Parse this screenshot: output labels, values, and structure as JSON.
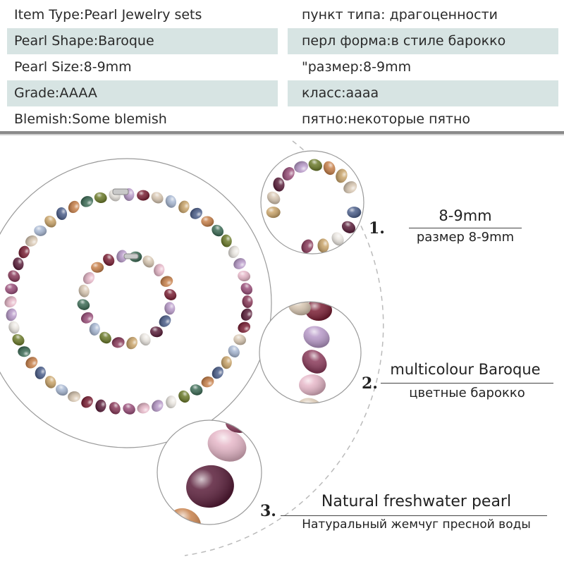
{
  "spec_table": {
    "rows": [
      {
        "en": "Item Type:Pearl Jewelry sets",
        "ru": "пункт типа: драгоценности"
      },
      {
        "en": "Pearl Shape:Baroque",
        "ru": "перл форма:в стиле барокко"
      },
      {
        "en": "Pearl Size:8-9mm",
        "ru": "\"размер:8-9mm"
      },
      {
        "en": "Grade:AAAA",
        "ru": "класс:аааа"
      },
      {
        "en": "Blemish:Some blemish",
        "ru": "пятно:некоторые пятно"
      }
    ],
    "shade_color": "#d7e4e3"
  },
  "features": [
    {
      "number": "1.",
      "title": "8-9mm",
      "subtitle": "размер 8-9mm"
    },
    {
      "number": "2.",
      "title": "multicolour Baroque",
      "subtitle": "цветные барокко"
    },
    {
      "number": "3.",
      "title": "Natural freshwater pearl",
      "subtitle": "Натуральный жемчуг пресной воды"
    }
  ],
  "images": {
    "main": "pearl-necklace-and-bracelet-set",
    "detail_1": "pearl-necklace-clasp-closeup",
    "detail_2": "baroque-pearls-closeup",
    "detail_3": "freshwater-pearls-macro"
  },
  "pearl_colors": [
    "#7a1f34",
    "#c9a46a",
    "#3c6b55",
    "#b89ac9",
    "#8a3a5a",
    "#d8c7b2",
    "#4b5e8a",
    "#6b7a2a",
    "#e6b7c8",
    "#5a1e3a",
    "#a7b7d2",
    "#c7804a",
    "#eae6e0",
    "#9a4f7a"
  ]
}
